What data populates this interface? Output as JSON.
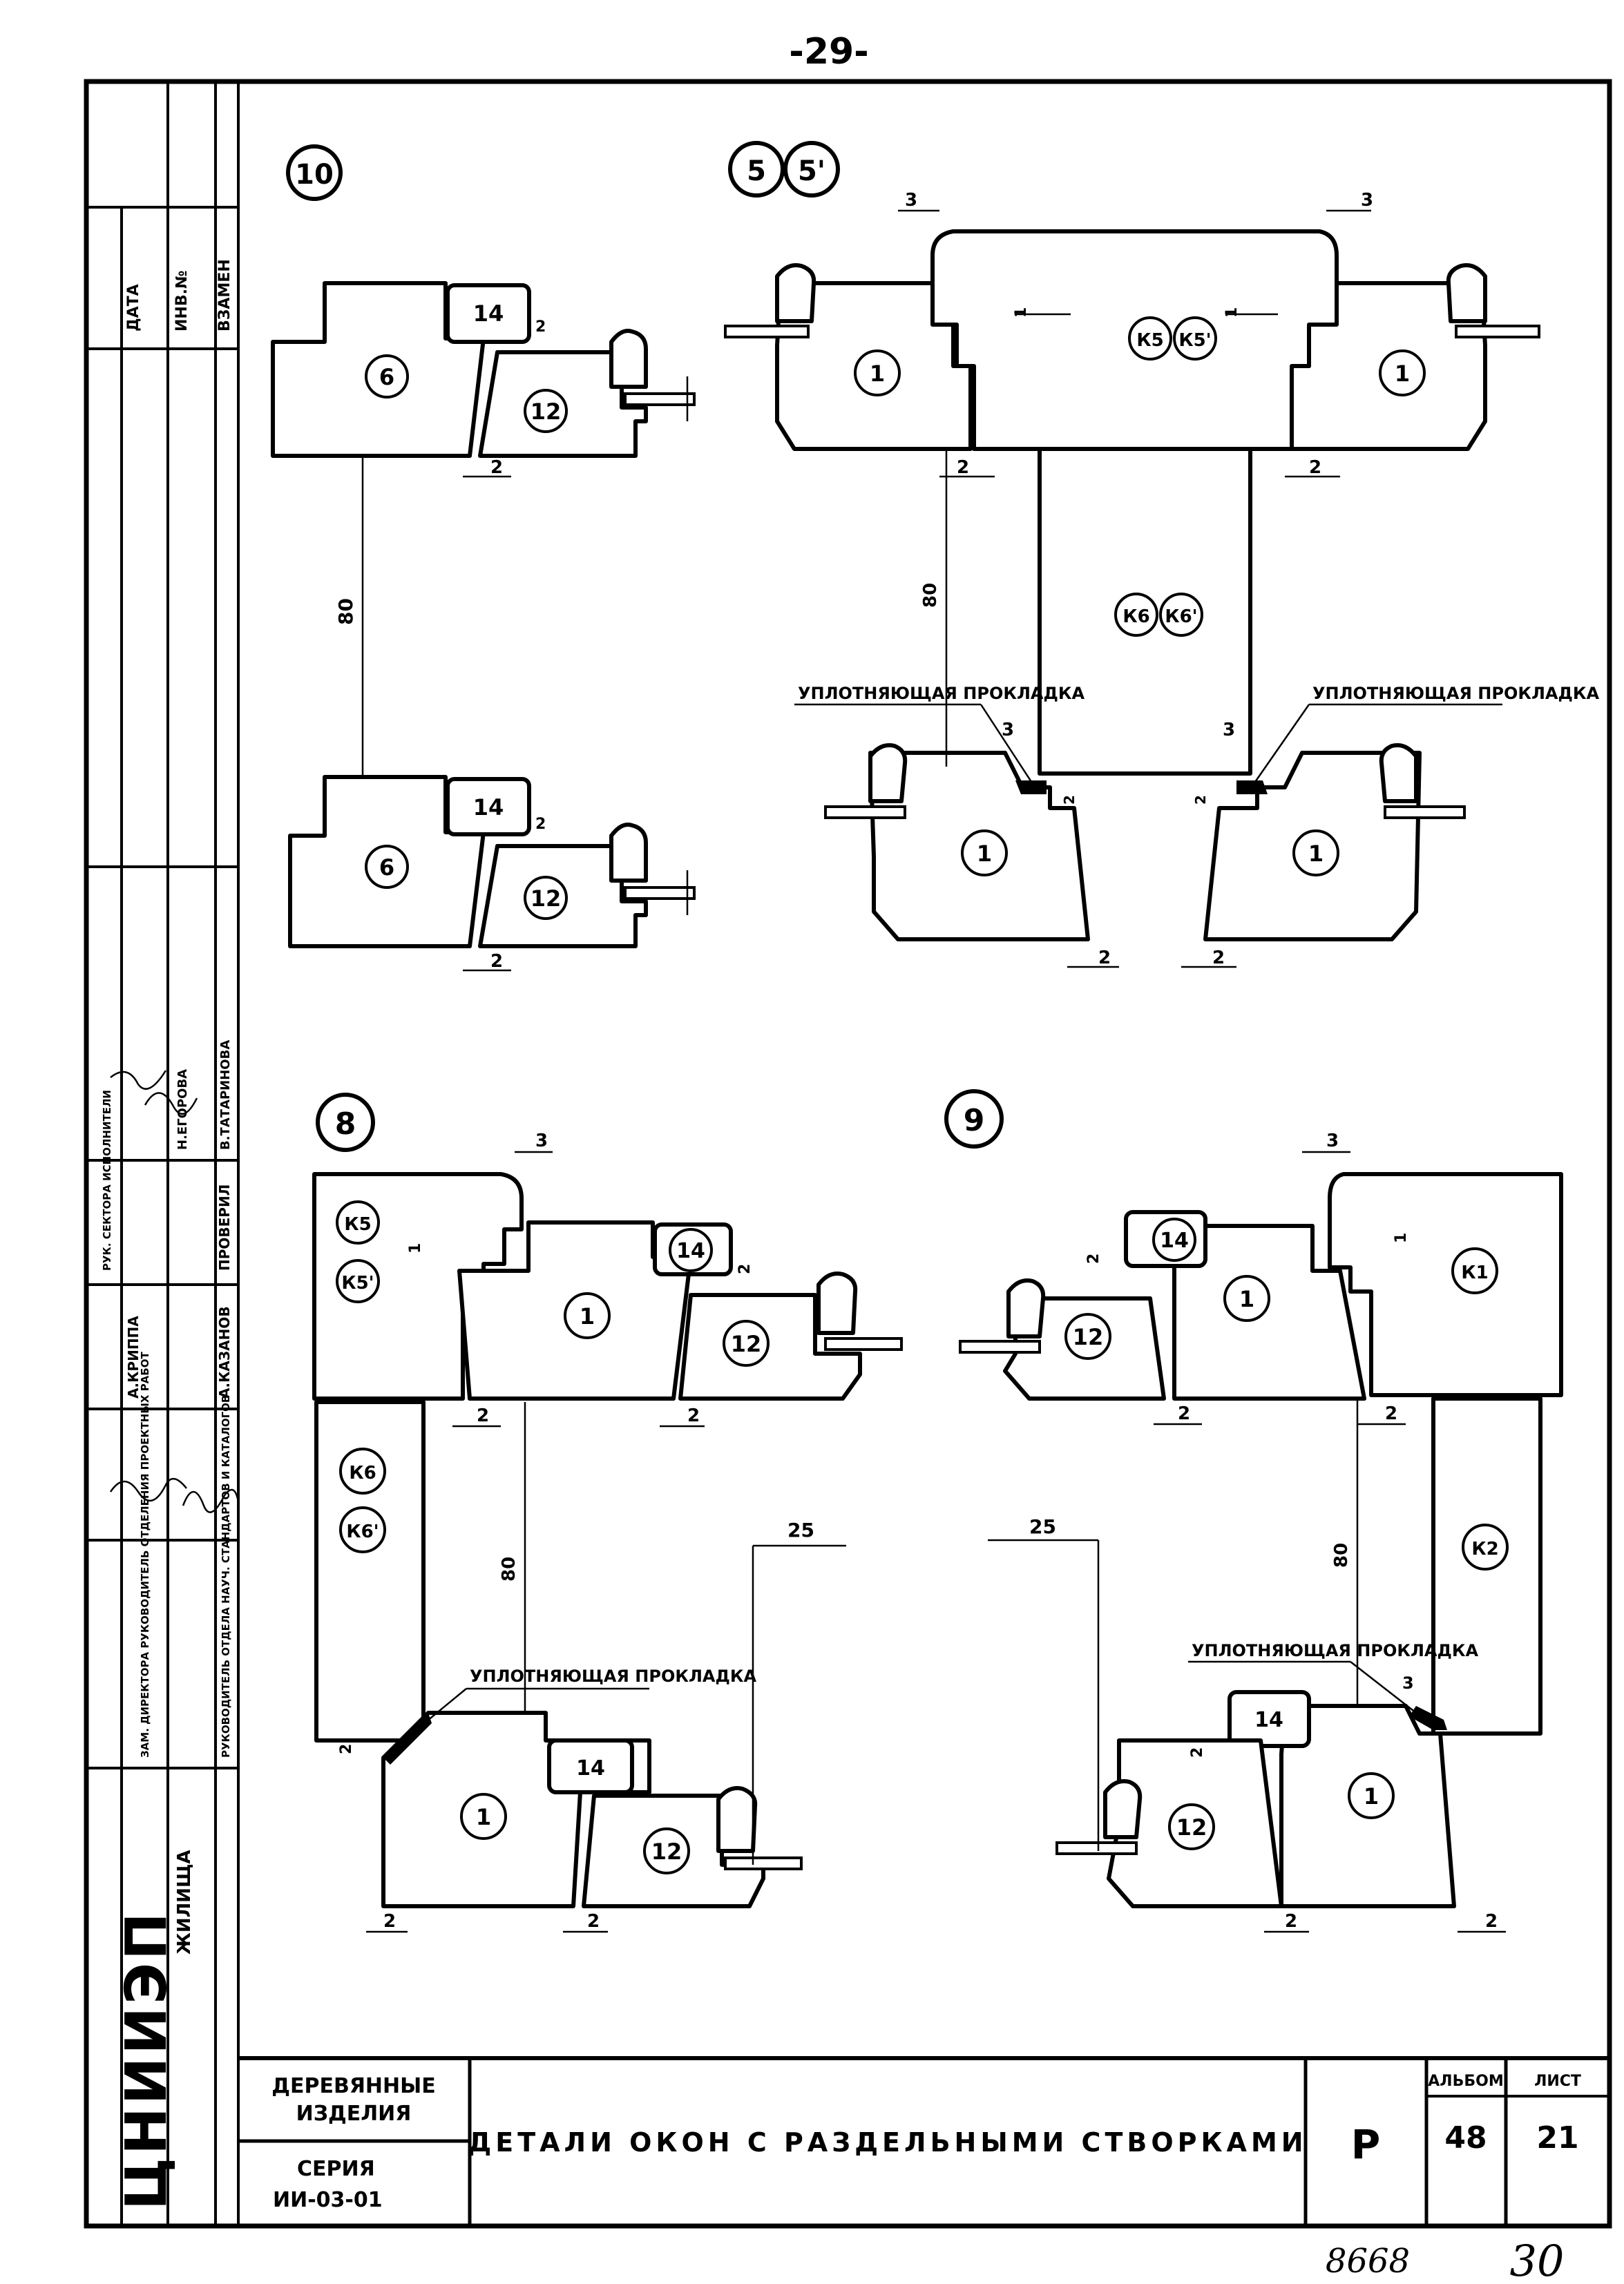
{
  "page_number": "-29-",
  "handwritten_number": "8668",
  "handwritten_sheet": "30",
  "side_stamp": {
    "cols": [
      "ДАТА",
      "ИНВ.№",
      "ВЗАМЕН"
    ],
    "roles": [
      "ЗАМ. ДИРЕКТОРА РУКОВОДИТЕЛЬ ОТДЕЛЕНИЯ ПРОЕКТНЫХ РАБОТ",
      "РУКОВОДИТЕЛЬ ОТДЕЛА НАУЧ. СТАНДАРТОВ И КАТАЛОГОВ",
      "РУК. СЕКТОРА ИСПОЛНИТЕЛИ",
      "ПРОВЕРИЛ"
    ],
    "names": [
      "А.КРИППА",
      "А.КАЗАНОВ",
      "В.ТАТАРИНОВА",
      "Н.ЕГОРОВА"
    ],
    "org_logo": "ЦНИИЭП",
    "org_suffix": "ЖИЛИЩА"
  },
  "title_block": {
    "category": "ДЕРЕВЯННЫЕ ИЗДЕЛИЯ",
    "series_label": "СЕРИЯ",
    "series_value": "ИИ-03-01",
    "title": "ДЕТАЛИ ОКОН С РАЗДЕЛЬНЫМИ СТВОРКАМИ",
    "stage": "Р",
    "album_label": "АЛЬБОМ",
    "album_value": "48",
    "sheet_label": "ЛИСТ",
    "sheet_value": "21"
  },
  "details": {
    "d10": {
      "id": "10",
      "labels": [
        "14",
        "6",
        "12",
        "14",
        "6",
        "12"
      ],
      "dims": [
        "2",
        "2",
        "2",
        "2",
        "80"
      ]
    },
    "d5": {
      "ids": [
        "5",
        "5'"
      ],
      "labels": [
        "1",
        "1",
        "К5",
        "К5'",
        "К6",
        "К6'",
        "1",
        "1"
      ],
      "dims": [
        "3",
        "3",
        "1",
        "1",
        "2",
        "2",
        "80",
        "3",
        "3",
        "2",
        "2",
        "2",
        "2"
      ],
      "notes": [
        "УПЛОТНЯЮЩАЯ ПРОКЛАДКА",
        "УПЛОТНЯЮЩАЯ ПРОКЛАДКА"
      ]
    },
    "d8": {
      "id": "8",
      "labels": [
        "К5",
        "К5'",
        "14",
        "1",
        "12",
        "К6",
        "К6'",
        "1",
        "14",
        "12"
      ],
      "dims": [
        "3",
        "1",
        "2",
        "2",
        "2",
        "80",
        "25",
        "2",
        "2",
        "2"
      ],
      "notes": [
        "УПЛОТНЯЮЩАЯ ПРОКЛАДКА"
      ]
    },
    "d9": {
      "id": "9",
      "labels": [
        "14",
        "1",
        "12",
        "К1",
        "К2",
        "14",
        "1",
        "12"
      ],
      "dims": [
        "3",
        "1",
        "2",
        "2",
        "2",
        "25",
        "80",
        "3",
        "2",
        "2",
        "2"
      ],
      "notes": [
        "УПЛОТНЯЮЩАЯ ПРОКЛАДКА"
      ]
    }
  }
}
